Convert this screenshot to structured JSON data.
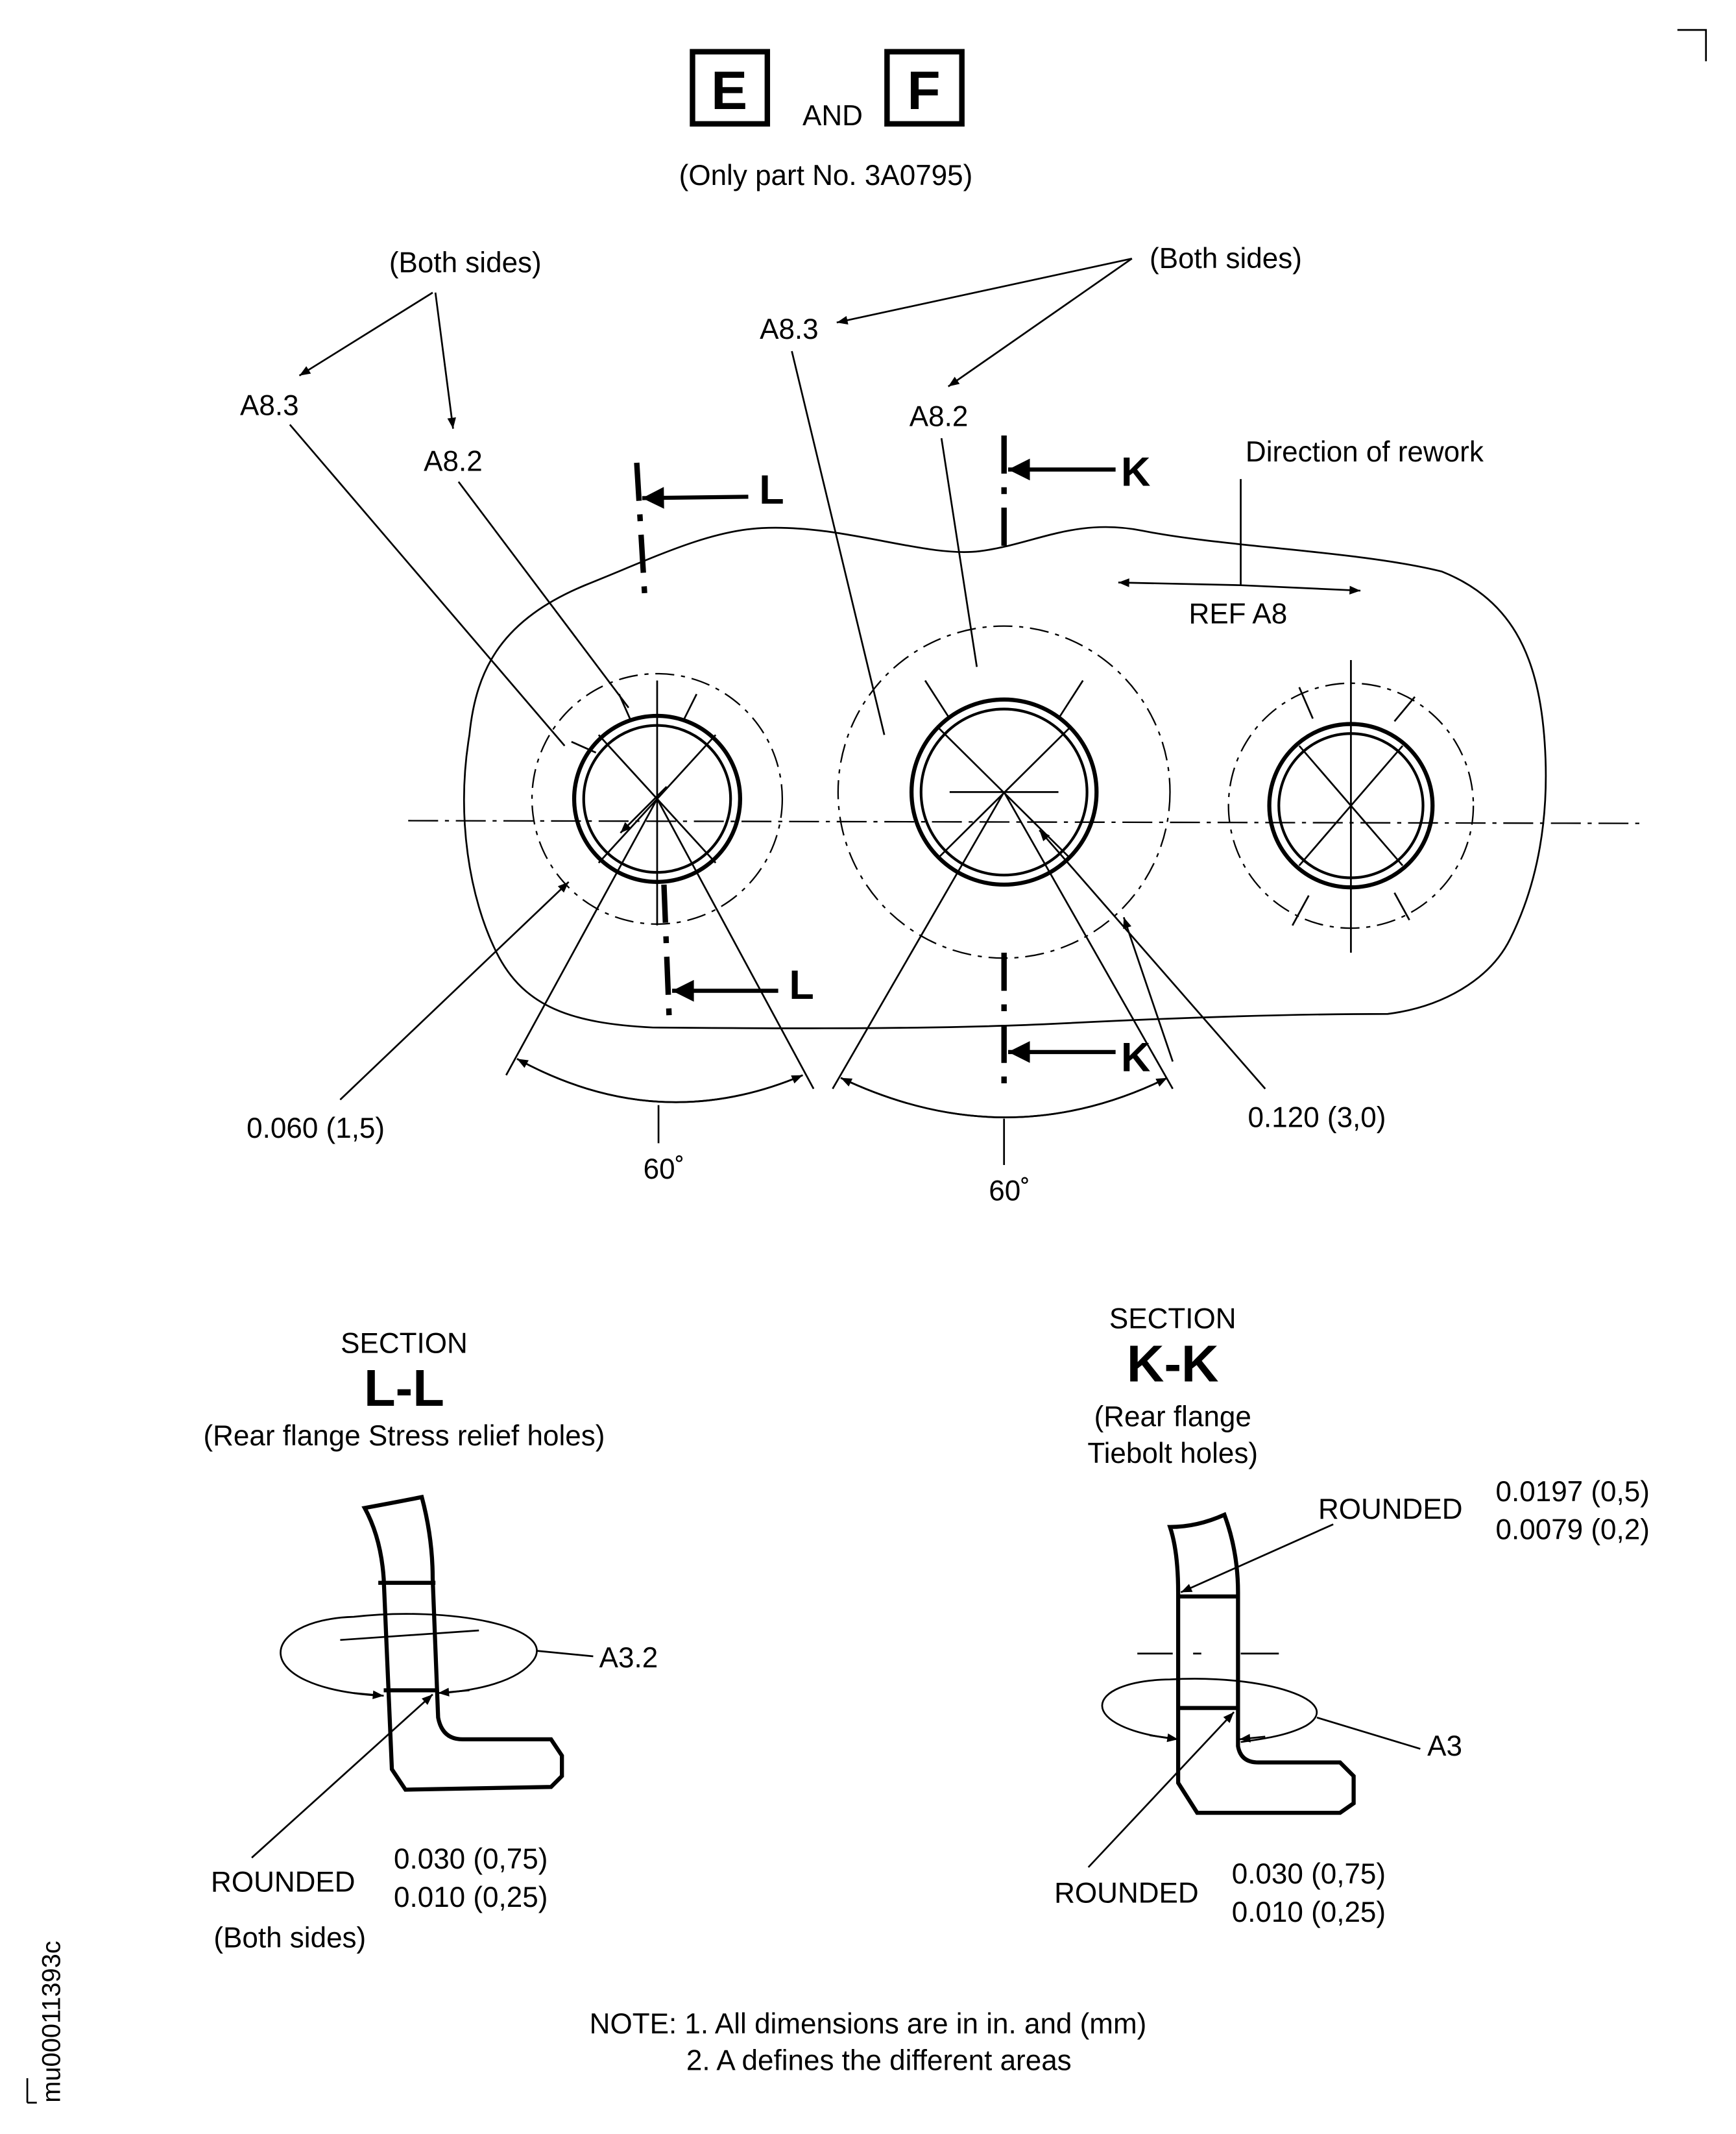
{
  "header": {
    "box_left": "E",
    "and_label": "AND",
    "box_right": "F",
    "subtitle": "(Only part No. 3A0795)"
  },
  "main_view": {
    "both_sides_left": "(Both sides)",
    "both_sides_right": "(Both sides)",
    "a83_left": "A8.3",
    "a82_left": "A8.2",
    "a83_right": "A8.3",
    "a82_right": "A8.2",
    "section_l_top": "L",
    "section_l_bottom": "L",
    "section_k_top": "K",
    "section_k_bottom": "K",
    "direction_label": "Direction of rework",
    "ref_label": "REF A8",
    "dim_left": "0.060 (1,5)",
    "dim_right": "0.120 (3,0)",
    "angle_left": "60˚",
    "angle_right": "60˚"
  },
  "section_ll": {
    "heading": "SECTION",
    "name": "L-L",
    "desc": "(Rear flange Stress relief holes)",
    "area": "A3.2",
    "rounded": "ROUNDED",
    "dim_max": "0.030 (0,75)",
    "dim_min": "0.010 (0,25)",
    "both_sides": "(Both sides)"
  },
  "section_kk": {
    "heading": "SECTION",
    "name": "K-K",
    "desc_1": "(Rear flange",
    "desc_2": "Tiebolt holes)",
    "area": "A3",
    "rounded_top": "ROUNDED",
    "top_dim_max": "0.0197 (0,5)",
    "top_dim_min": "0.0079 (0,2)",
    "rounded_bottom": "ROUNDED",
    "dim_max": "0.030 (0,75)",
    "dim_min": "0.010 (0,25)"
  },
  "notes": {
    "line1": "NOTE: 1. All dimensions are in in. and (mm)",
    "line2": "2. A defines the different areas"
  },
  "figure_id": "mu00011393c"
}
